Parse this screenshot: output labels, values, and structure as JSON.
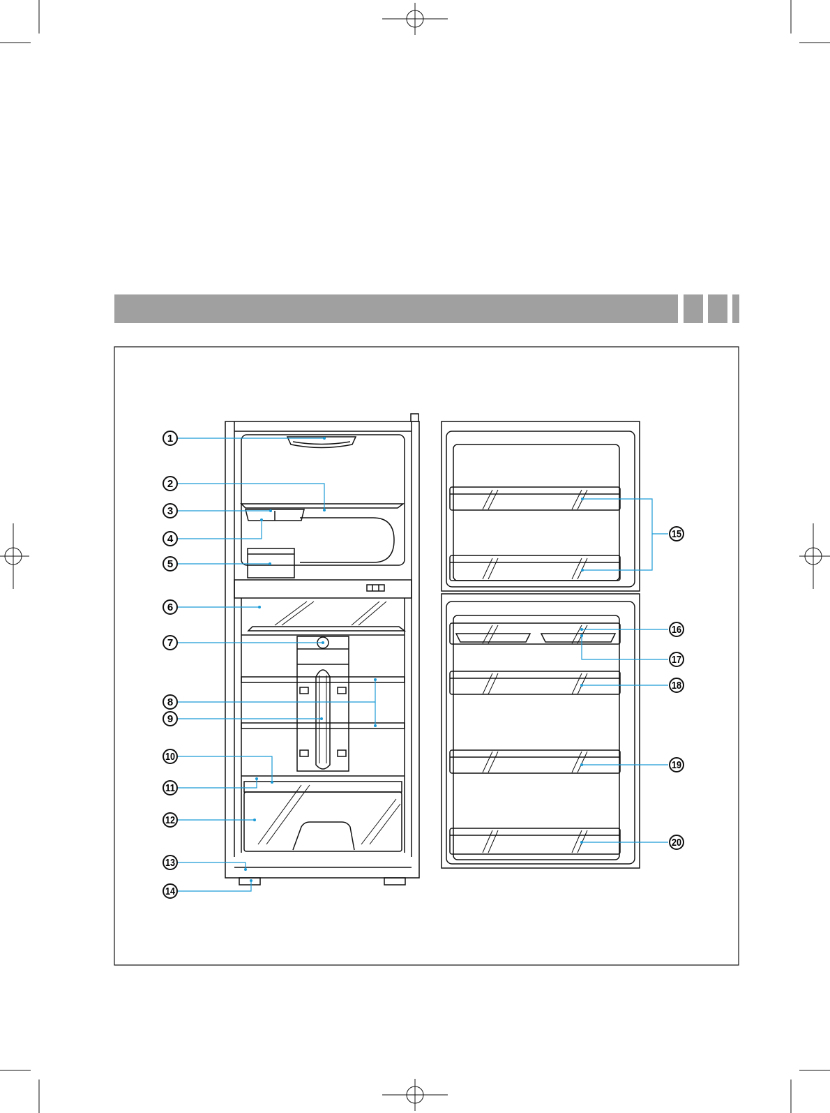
{
  "callouts": [
    {
      "number": "1"
    },
    {
      "number": "2"
    },
    {
      "number": "3"
    },
    {
      "number": "4"
    },
    {
      "number": "5"
    },
    {
      "number": "6"
    },
    {
      "number": "7"
    },
    {
      "number": "8"
    },
    {
      "number": "9"
    },
    {
      "number": "10"
    },
    {
      "number": "11"
    },
    {
      "number": "12"
    },
    {
      "number": "13"
    },
    {
      "number": "14"
    },
    {
      "number": "15"
    },
    {
      "number": "16"
    },
    {
      "number": "17"
    },
    {
      "number": "18"
    },
    {
      "number": "19"
    },
    {
      "number": "20"
    }
  ],
  "colors": {
    "header_bar": "#a0a0a0",
    "leader_line": "#1a9ad6",
    "line_art": "#111111"
  }
}
